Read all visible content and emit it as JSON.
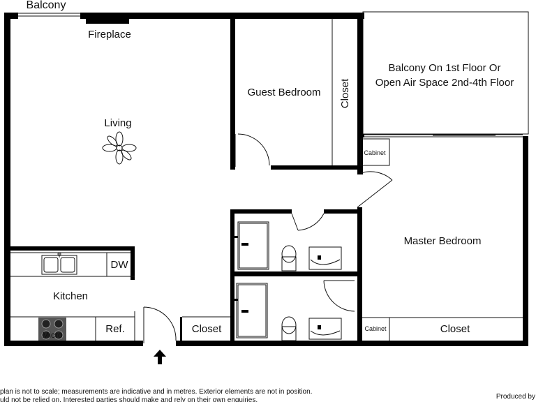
{
  "rooms": {
    "balcony_top": "Balcony",
    "fireplace": "Fireplace",
    "living": "Living",
    "guest_bedroom": "Guest Bedroom",
    "guest_closet": "Closet",
    "balcony_big_line1": "Balcony On 1st Floor Or",
    "balcony_big_line2": "Open Air Space 2nd-4th Floor",
    "cabinet_top": "Cabinet",
    "master_bedroom": "Master Bedroom",
    "dishwasher": "DW",
    "kitchen": "Kitchen",
    "fridge": "Ref.",
    "micro": "Micro",
    "hall_closet": "Closet",
    "cabinet_bottom": "Cabinet",
    "master_closet": "Closet"
  },
  "footer": {
    "disclaimer_line1": "plan is not to scale; measurements are indicative and in metres. Exterior elements are not in position.",
    "disclaimer_line2": "uld not be relied on. Interested parties should make and rely on their own enquiries.",
    "produced_by": "Produced by"
  },
  "icons": {
    "entry": "arrow-up-icon",
    "ceiling_fan": "ceiling-fan-icon",
    "sink": "double-sink-icon",
    "cooktop": "cooktop-icon"
  }
}
